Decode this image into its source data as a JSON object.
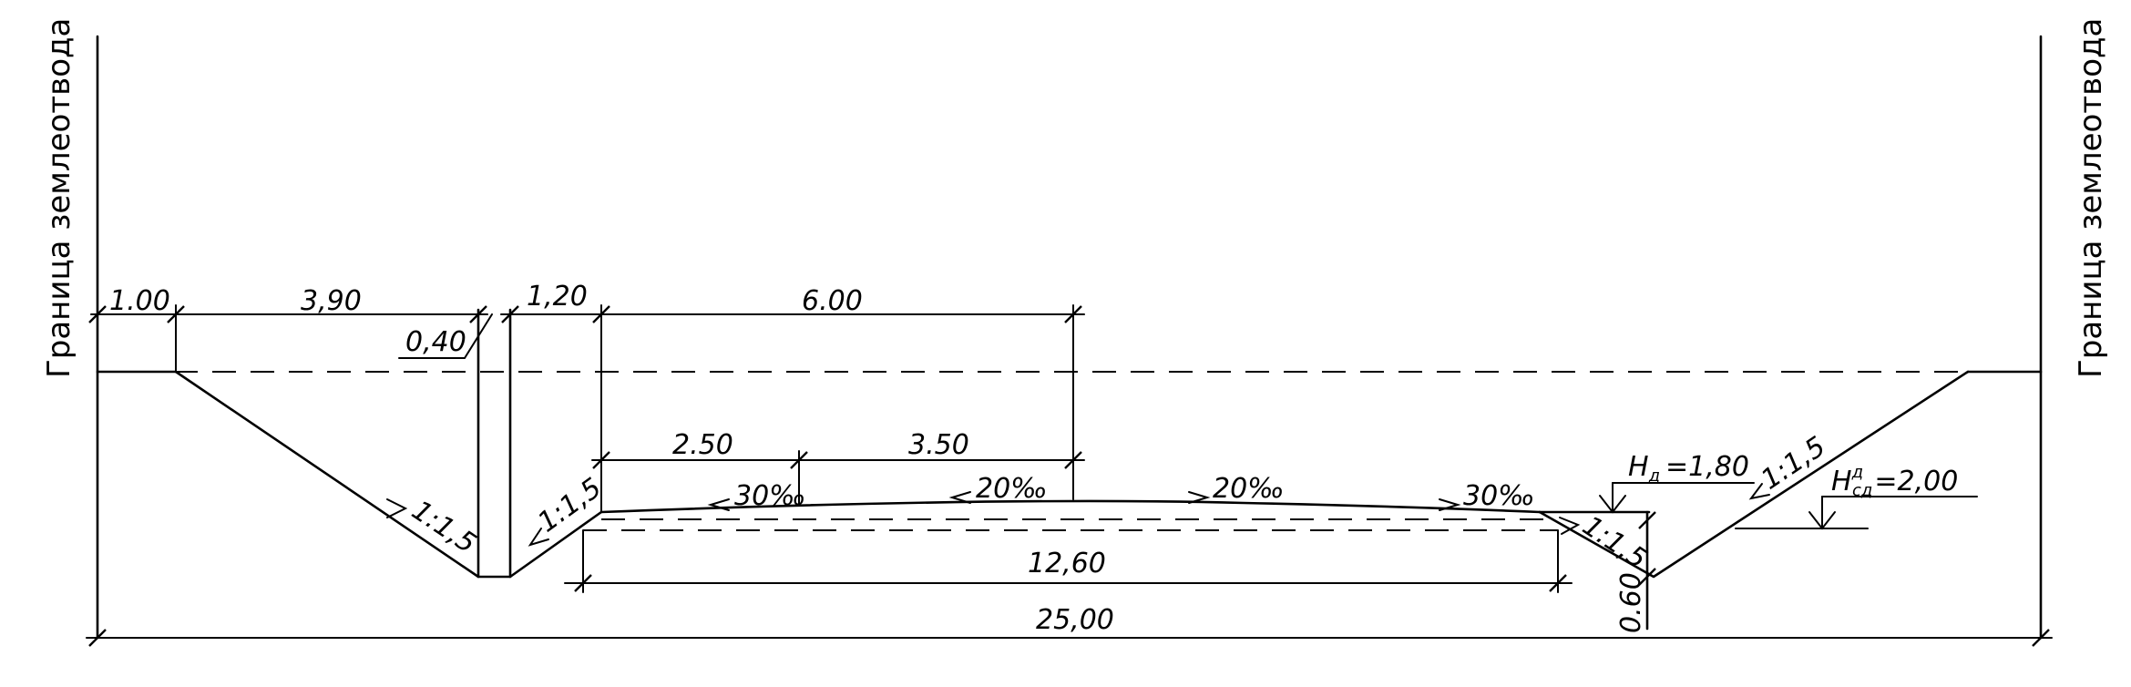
{
  "boundary_label": "Граница землеотвода",
  "dimensions": {
    "d_1_00": "1.00",
    "d_3_90": "3,90",
    "d_0_40": "0,40",
    "d_1_20": "1,20",
    "d_6_00": "6.00",
    "d_2_50": "2.50",
    "d_3_50": "3.50",
    "d_12_60": "12,60",
    "d_25_00": "25,00",
    "d_0_60": "0.60"
  },
  "slopes": {
    "ditch_left_outer": "1:1,5",
    "ditch_left_inner": "1:1,5",
    "ditch_right_inner": "1:1,5",
    "ditch_right_outer": "1:1,5"
  },
  "gradients": {
    "g1": "30‰",
    "g2": "20‰",
    "g3": "20‰",
    "g4": "30‰"
  },
  "depths": {
    "h_d_symbol": "H",
    "h_d_sub": "д",
    "h_d_value": "=1,80",
    "h_sd_symbol": "H",
    "h_sd_sup": "д",
    "h_sd_sub": "сд",
    "h_sd_value": "=2,00"
  }
}
